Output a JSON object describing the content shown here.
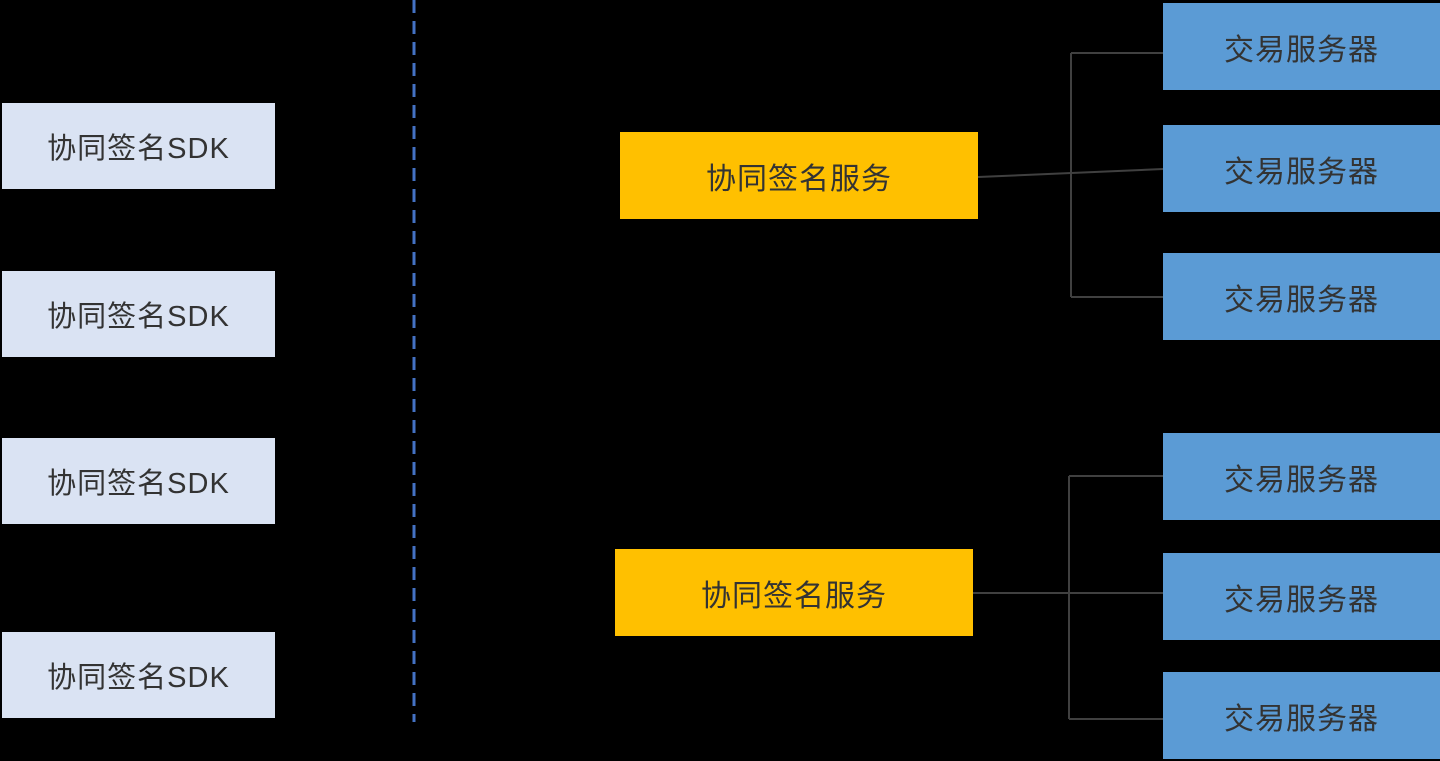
{
  "colors": {
    "background": "#000000",
    "sdk_box_fill": "#DAE3F3",
    "service_box_fill": "#FFC000",
    "server_box_fill": "#5B9BD5",
    "divider_dashed_line": "#4472C4",
    "connector_line": "#404040",
    "box_text": "#333333"
  },
  "sdk_nodes": [
    {
      "label": "协同签名SDK"
    },
    {
      "label": "协同签名SDK"
    },
    {
      "label": "协同签名SDK"
    },
    {
      "label": "协同签名SDK"
    }
  ],
  "service_nodes": [
    {
      "label": "协同签名服务"
    },
    {
      "label": "协同签名服务"
    }
  ],
  "server_nodes": [
    {
      "label": "交易服务器"
    },
    {
      "label": "交易服务器"
    },
    {
      "label": "交易服务器"
    },
    {
      "label": "交易服务器"
    },
    {
      "label": "交易服务器"
    },
    {
      "label": "交易服务器"
    }
  ]
}
